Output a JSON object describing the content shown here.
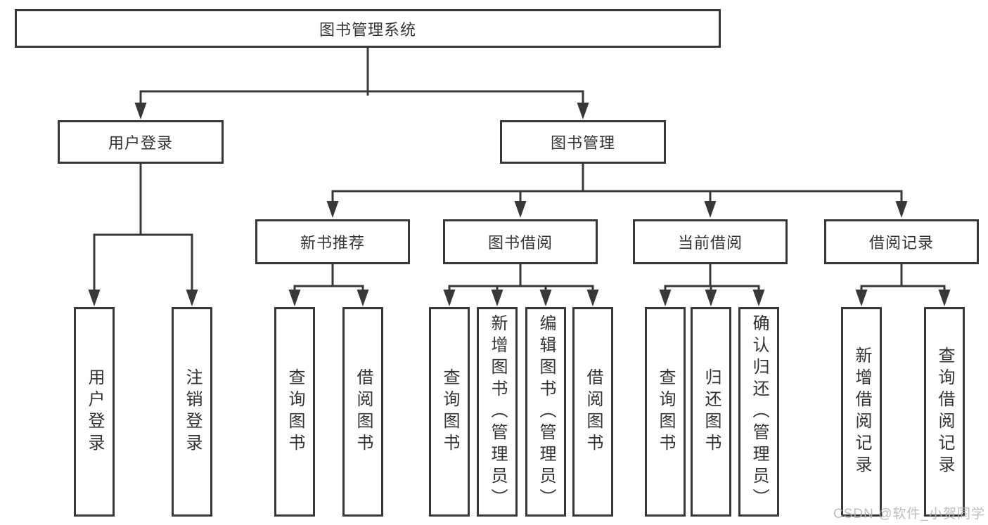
{
  "tree": {
    "root": {
      "label": "图书管理系统"
    },
    "children": [
      {
        "label": "用户登录",
        "children": [
          {
            "label": "用户登录"
          },
          {
            "label": "注销登录"
          }
        ]
      },
      {
        "label": "图书管理",
        "children": [
          {
            "label": "新书推荐",
            "children": [
              {
                "label": "查询图书"
              },
              {
                "label": "借阅图书"
              }
            ]
          },
          {
            "label": "图书借阅",
            "children": [
              {
                "label": "查询图书"
              },
              {
                "label": "新增图书（管理员）"
              },
              {
                "label": "编辑图书（管理员）"
              },
              {
                "label": "借阅图书"
              }
            ]
          },
          {
            "label": "当前借阅",
            "children": [
              {
                "label": "查询图书"
              },
              {
                "label": "归还图书"
              },
              {
                "label": "确认归还（管理员）"
              }
            ]
          },
          {
            "label": "借阅记录",
            "children": [
              {
                "label": "新增借阅记录"
              },
              {
                "label": "查询借阅记录"
              }
            ]
          }
        ]
      }
    ]
  },
  "watermark": {
    "text": "CSDN @软件_小贺同学"
  },
  "colors": {
    "line": "#383838",
    "text": "#333333",
    "background": "#ffffff",
    "watermark": "#b2b2b2"
  }
}
